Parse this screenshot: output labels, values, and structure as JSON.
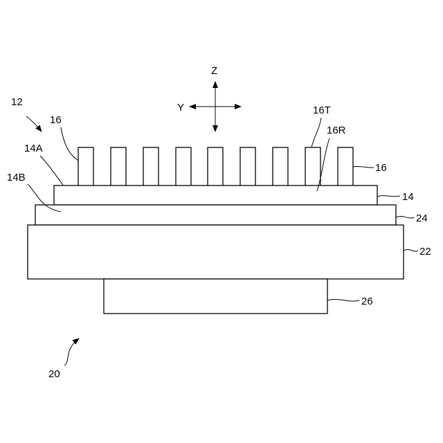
{
  "figure": {
    "labels": {
      "axis_z": "Z",
      "axis_y": "Y",
      "assembly_12": "12",
      "fin_16_left": "16",
      "surface_14A": "14A",
      "surface_14B": "14B",
      "fin_top_16T": "16T",
      "fin_root_16R": "16R",
      "fin_16_right": "16",
      "plate_14": "14",
      "layer_24": "24",
      "base_22": "22",
      "block_26": "26",
      "assembly_20": "20"
    },
    "fin_count": 9
  }
}
